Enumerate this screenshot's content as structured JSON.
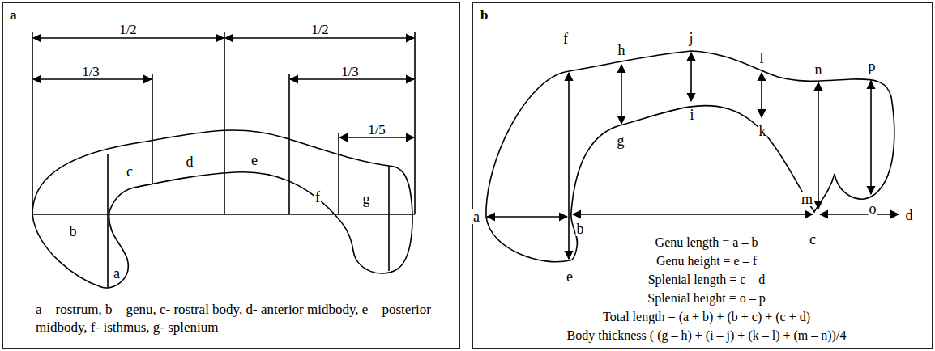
{
  "diagram": {
    "nodes": [
      {
        "text": [
          "a",
          "a – rostrum, b – genu, c- rostral body, d- anterior midbody, e – posterior midbody, f- isthmus, g- splenium"
        ]
      },
      {
        "text": [
          "b",
          "Genu length = a – b",
          "Genu height = e – f",
          "Splenial length = c – d",
          "Splenial height = o – p",
          "Total length = (a + b) + (b + c) + (c + d)",
          "Body thickness ( (g – h) + (i – j) + (k – l) + (m – n))/4"
        ]
      }
    ],
    "labels": [
      "1/2",
      "1/2",
      "1/3",
      "1/3",
      "1/5",
      "b",
      "a",
      "c",
      "d",
      "e",
      "f",
      "g",
      "f",
      "h",
      "j",
      "l",
      "n",
      "p",
      "a",
      "b",
      "g",
      "i",
      "k",
      "m",
      "c",
      "d",
      "e",
      "o"
    ]
  }
}
